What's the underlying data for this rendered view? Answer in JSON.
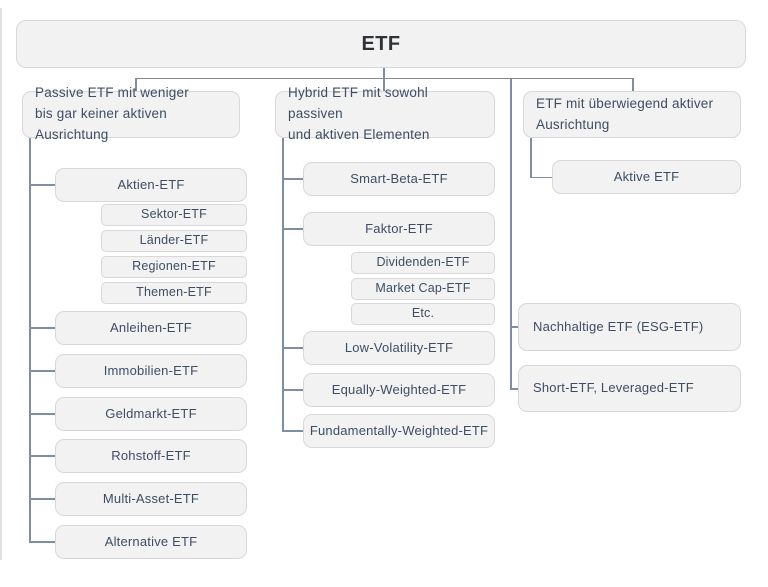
{
  "diagram": {
    "root_label": "ETF",
    "palette": {
      "node_fill": "#f2f2f3",
      "node_border": "#d8d8da",
      "node_text": "#3e4d62",
      "root_text": "#2f3338",
      "connector": "#7f8ea2",
      "top_rail": "#87898d"
    },
    "branches": [
      {
        "title_lines": [
          "Passive ETF mit weniger",
          "bis gar keiner aktiven Ausrichtung"
        ],
        "children": [
          {
            "label": "Aktien-ETF",
            "subs": [
              "Sektor-ETF",
              "Länder-ETF",
              "Regionen-ETF",
              "Themen-ETF"
            ]
          },
          {
            "label": "Anleihen-ETF"
          },
          {
            "label": "Immobilien-ETF"
          },
          {
            "label": "Geldmarkt-ETF"
          },
          {
            "label": "Rohstoff-ETF"
          },
          {
            "label": "Multi-Asset-ETF"
          },
          {
            "label": "Alternative ETF"
          }
        ]
      },
      {
        "title_lines": [
          "Hybrid ETF mit sowohl passiven",
          "und aktiven Elementen"
        ],
        "children": [
          {
            "label": "Smart-Beta-ETF"
          },
          {
            "label": "Faktor-ETF",
            "subs": [
              "Dividenden-ETF",
              "Market Cap-ETF",
              "Etc."
            ]
          },
          {
            "label": "Low-Volatility-ETF"
          },
          {
            "label": "Equally-Weighted-ETF"
          },
          {
            "label": "Fundamentally-Weighted-ETF"
          }
        ]
      },
      {
        "title_lines": [
          "ETF mit überwiegend aktiver",
          "Ausrichtung"
        ],
        "children": [
          {
            "label": "Aktive ETF"
          },
          {
            "label": "Nachhaltige ETF (ESG-ETF)"
          },
          {
            "label": "Short-ETF, Leveraged-ETF"
          }
        ]
      }
    ]
  }
}
